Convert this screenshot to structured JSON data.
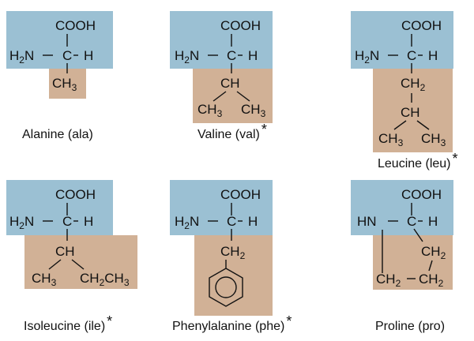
{
  "colors": {
    "backbone": "#9bc0d3",
    "side_chain": "#d1b196",
    "ink": "#111111",
    "background": "#ffffff"
  },
  "labels": {
    "cooh": "COOH",
    "h2": "H",
    "sub2": "2",
    "n": "N",
    "c": "C",
    "h": "H",
    "ch": "CH",
    "ch2": "CH",
    "ch3": "CH",
    "sub3": "3",
    "star": "*"
  },
  "amino_acids": [
    {
      "name": "Alanine (ala)",
      "essential": false
    },
    {
      "name": "Valine (val)",
      "essential": true
    },
    {
      "name": "Leucine (leu)",
      "essential": true
    },
    {
      "name": "Isoleucine (ile)",
      "essential": true
    },
    {
      "name": "Phenylalanine (phe)",
      "essential": true
    },
    {
      "name": "Proline (pro)",
      "essential": false
    }
  ]
}
